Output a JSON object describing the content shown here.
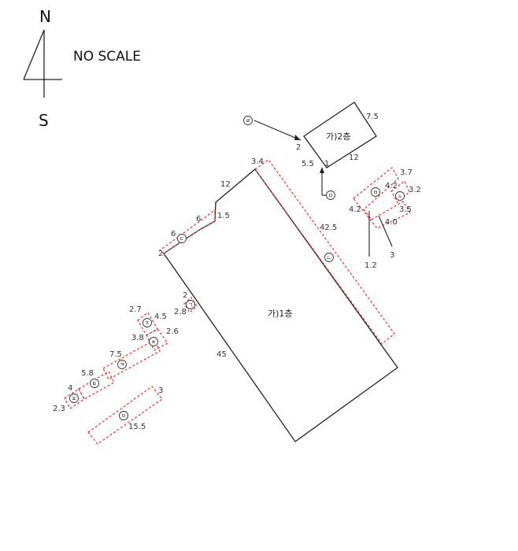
{
  "compass": {
    "north": "N",
    "south": "S"
  },
  "scale_note": "NO SCALE",
  "buildings": {
    "floor1": "가)1층",
    "floor2": "가)2층"
  },
  "dims": {
    "d_7_5_top": "7.5",
    "d_2_f2": "2",
    "d_12_f2": "12",
    "d_5_5": "5.5",
    "d_1_f2": "1",
    "d_3_4": "3.4",
    "d_12_main": "12",
    "d_1_5": "1.5",
    "d_6_a": "6",
    "d_6_b": "6",
    "d_2_left": "2",
    "d_42_5": "42.5",
    "d_45": "45",
    "d_2_g": "2",
    "d_2_8": "2.8",
    "d_2_7": "2.7",
    "d_4_5": "4.5",
    "d_3_8": "3.8",
    "d_2_6": "2.6",
    "d_7_5_k": "7.5",
    "d_5_8": "5.8",
    "d_4": "4",
    "d_2_3": "2.3",
    "d_3_o": "3",
    "d_15_5": "15.5",
    "d_3_7": "3.7",
    "d_4_2_a": "4.2",
    "d_3_2": "3.2",
    "d_4_2_b": "4.2",
    "d_3_5": "3.5",
    "d_4_0": "4.0",
    "d_1_2": "1.2",
    "d_3_b": "3"
  },
  "markers": {
    "giyeok": "ㄱ",
    "nieun": "ㄴ",
    "digeut": "ㄷ",
    "rieul": "ㄹ",
    "mieum": "ㅁ",
    "bieup": "ㅂ",
    "siot": "ㅅ",
    "ieung": "ㅇ",
    "jieut": "ㅈ",
    "chieut": "ㅊ",
    "kieuk": "ㅋ",
    "tieut": "ㅌ",
    "pieup": "ㅍ"
  }
}
